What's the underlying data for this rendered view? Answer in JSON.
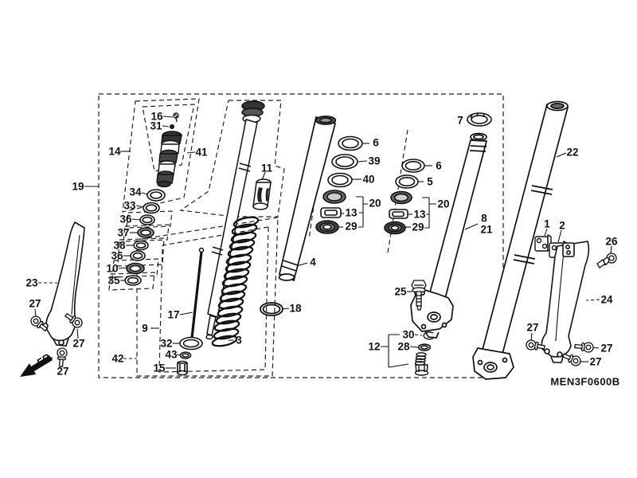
{
  "diagram": {
    "code": "MEN3F0600B",
    "fr_label": "FR.",
    "colors": {
      "background": "#ffffff",
      "line": "#111111"
    },
    "labels": [
      {
        "part": "16"
      },
      {
        "part": "31"
      },
      {
        "part": "14"
      },
      {
        "part": "41"
      },
      {
        "part": "34"
      },
      {
        "part": "33"
      },
      {
        "part": "36"
      },
      {
        "part": "37"
      },
      {
        "part": "38"
      },
      {
        "part": "36"
      },
      {
        "part": "10"
      },
      {
        "part": "35"
      },
      {
        "part": "19"
      },
      {
        "part": "11"
      },
      {
        "part": "17"
      },
      {
        "part": "9"
      },
      {
        "part": "32"
      },
      {
        "part": "43"
      },
      {
        "part": "15"
      },
      {
        "part": "42"
      },
      {
        "part": "3"
      },
      {
        "part": "4"
      },
      {
        "part": "18"
      },
      {
        "part": "6"
      },
      {
        "part": "39"
      },
      {
        "part": "40"
      },
      {
        "part": "20"
      },
      {
        "part": "13"
      },
      {
        "part": "29"
      },
      {
        "part": "7"
      },
      {
        "part": "6"
      },
      {
        "part": "5"
      },
      {
        "part": "20"
      },
      {
        "part": "13"
      },
      {
        "part": "29"
      },
      {
        "part": "8"
      },
      {
        "part": "21"
      },
      {
        "part": "22"
      },
      {
        "part": "1"
      },
      {
        "part": "2"
      },
      {
        "part": "26"
      },
      {
        "part": "24"
      },
      {
        "part": "25"
      },
      {
        "part": "30"
      },
      {
        "part": "28"
      },
      {
        "part": "12"
      },
      {
        "part": "23"
      },
      {
        "part": "27"
      },
      {
        "part": "27"
      },
      {
        "part": "27"
      },
      {
        "part": "27"
      },
      {
        "part": "27"
      },
      {
        "part": "27"
      }
    ]
  }
}
